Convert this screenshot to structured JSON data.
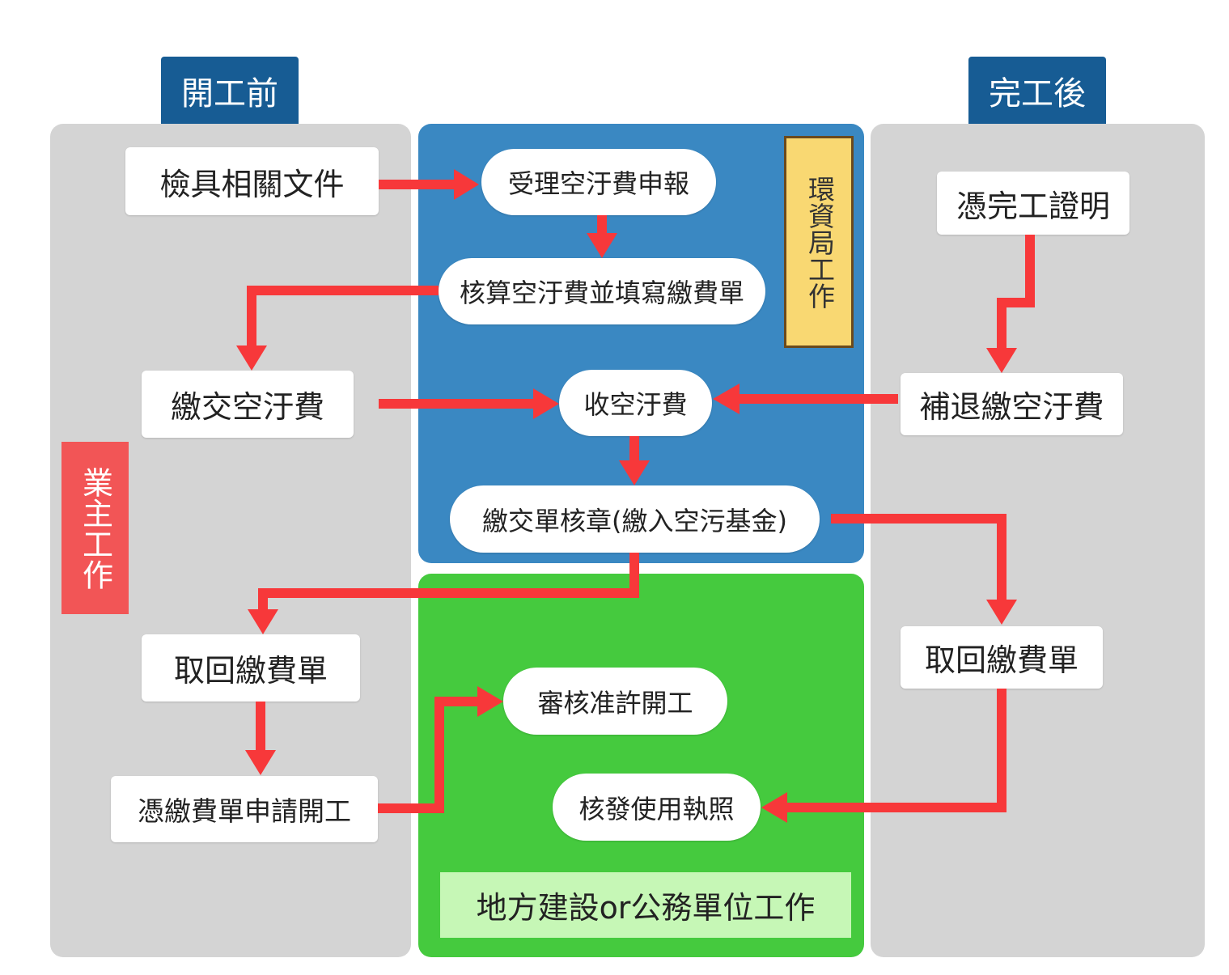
{
  "colors": {
    "owner_panel": "#d4d4d4",
    "epa_panel": "#3a88c2",
    "local_panel": "#45ca3e",
    "tab": "#175c94",
    "arrow": "#f7383a",
    "owner_label_bg": "#f25556",
    "epa_label_bg": "#f9d872",
    "local_label_bg": "#c6f7b6"
  },
  "tabs": {
    "before": "開工前",
    "after": "完工後"
  },
  "labels": {
    "owner_work": "業主工作",
    "epa_work": "環資局工作",
    "local_work": "地方建設or公務單位工作"
  },
  "nodes": {
    "prepare_documents": "檢具相關文件",
    "accept_declaration": "受理空汙費申報",
    "calculate_fee": "核算空汙費並填寫繳費單",
    "pay_fee": "繳交空汙費",
    "receive_fee": "收空汙費",
    "stamp_slip": "繳交單核章(繳入空污基金)",
    "retrieve_slip_before": "取回繳費單",
    "apply_start": "憑繳費單申請開工",
    "approve_start": "審核准許開工",
    "issue_license": "核發使用執照",
    "completion_proof": "憑完工證明",
    "refund_supplement": "補退繳空汙費",
    "retrieve_slip_after": "取回繳費單"
  }
}
